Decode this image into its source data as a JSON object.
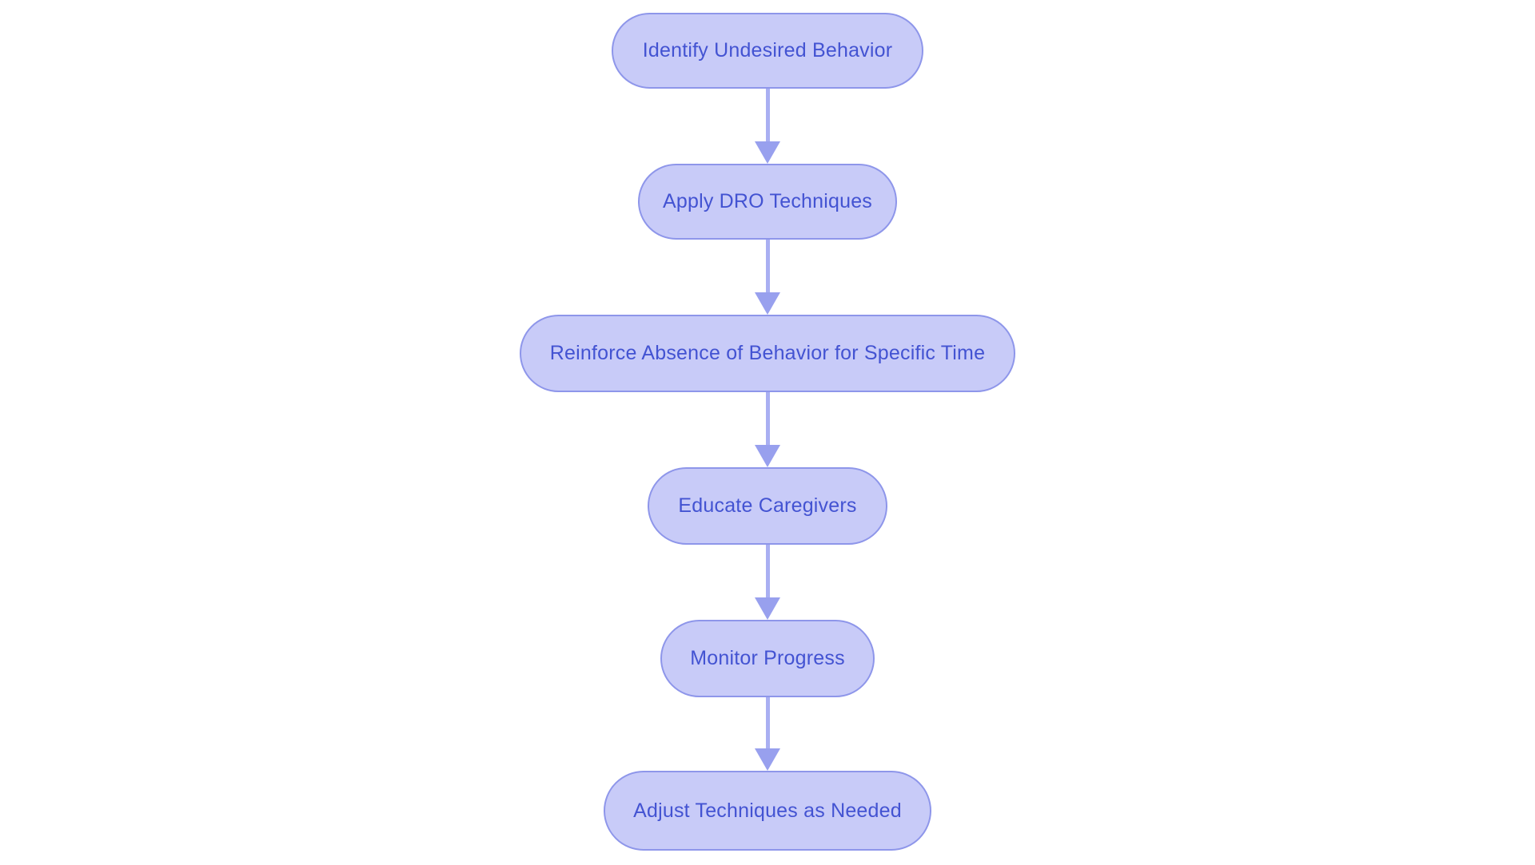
{
  "diagram": {
    "type": "flowchart",
    "direction": "top-down",
    "nodes": [
      {
        "id": "node-1",
        "label": "Identify Undesired Behavior"
      },
      {
        "id": "node-2",
        "label": "Apply DRO Techniques"
      },
      {
        "id": "node-3",
        "label": "Reinforce Absence of Behavior for Specific Time"
      },
      {
        "id": "node-4",
        "label": "Educate Caregivers"
      },
      {
        "id": "node-5",
        "label": "Monitor Progress"
      },
      {
        "id": "node-6",
        "label": "Adjust Techniques as Needed"
      }
    ],
    "edges": [
      {
        "from": "node-1",
        "to": "node-2"
      },
      {
        "from": "node-2",
        "to": "node-3"
      },
      {
        "from": "node-3",
        "to": "node-4"
      },
      {
        "from": "node-4",
        "to": "node-5"
      },
      {
        "from": "node-5",
        "to": "node-6"
      }
    ],
    "colors": {
      "background": "#ffffff",
      "node_fill": "#c8cbf8",
      "node_border": "#8e96ea",
      "node_text": "#4353d2",
      "arrow_line": "#a9aff2",
      "arrow_head": "#98a0ee"
    }
  }
}
